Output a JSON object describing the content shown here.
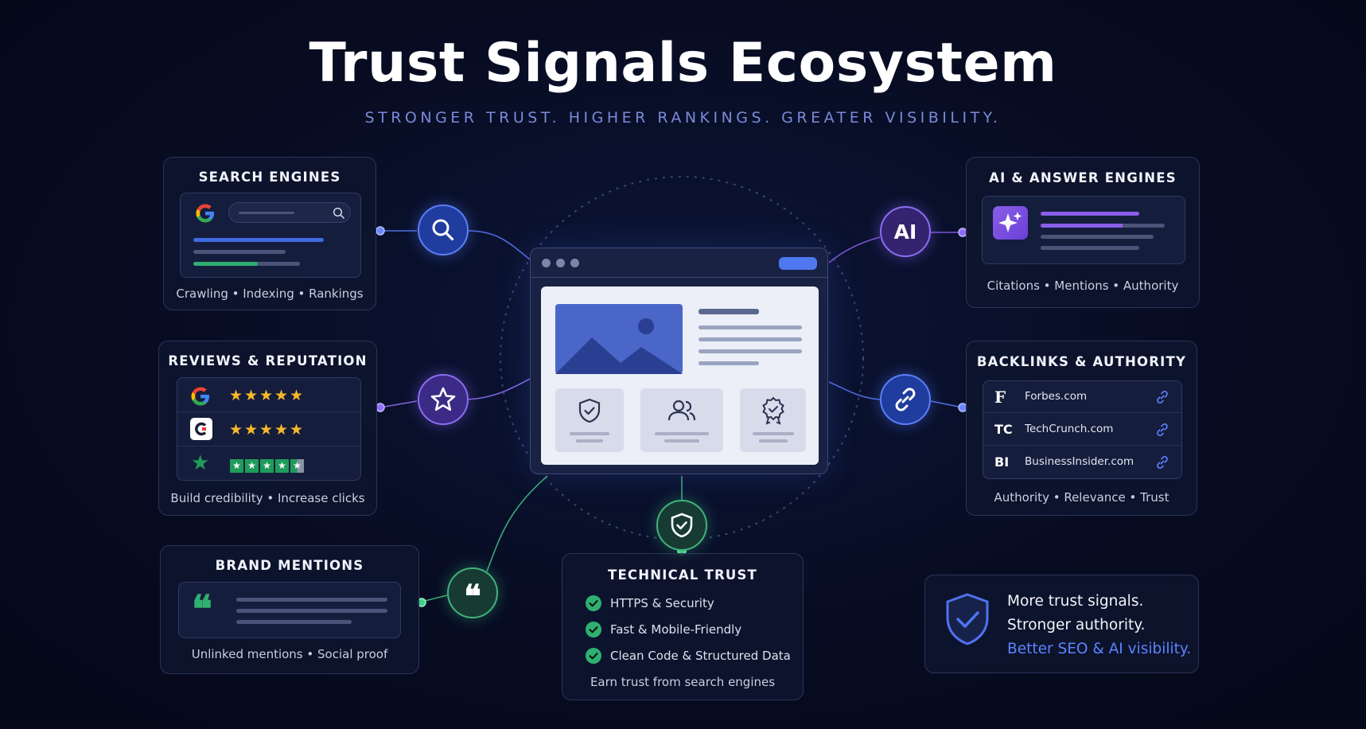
{
  "header": {
    "title": "Trust Signals Ecosystem",
    "subtitle": "STRONGER TRUST. HIGHER RANKINGS. GREATER VISIBILITY."
  },
  "search_engines": {
    "title": "SEARCH ENGINES",
    "caption": "Crawling • Indexing • Rankings"
  },
  "reviews": {
    "title": "REVIEWS & REPUTATION",
    "caption": "Build credibility • Increase clicks"
  },
  "brand_mentions": {
    "title": "BRAND MENTIONS",
    "caption": "Unlinked mentions • Social proof"
  },
  "ai_engines": {
    "title": "AI & ANSWER ENGINES",
    "caption": "Citations • Mentions • Authority",
    "node_label": "AI"
  },
  "backlinks": {
    "title": "BACKLINKS & AUTHORITY",
    "caption": "Authority • Relevance • Trust",
    "sites": [
      {
        "logo": "F",
        "name": "Forbes.com"
      },
      {
        "logo": "TC",
        "name": "TechCrunch.com"
      },
      {
        "logo": "BI",
        "name": "BusinessInsider.com"
      }
    ]
  },
  "technical_trust": {
    "title": "TECHNICAL TRUST",
    "items": [
      "HTTPS & Security",
      "Fast & Mobile-Friendly",
      "Clean Code & Structured Data"
    ],
    "caption": "Earn trust from search engines"
  },
  "summary": {
    "line1": "More trust signals.",
    "line2": "Stronger authority.",
    "line3": "Better SEO & AI visibility."
  },
  "colors": {
    "background": "#070c22",
    "accent_blue": "#3f6ae0",
    "accent_purple": "#7a52d9",
    "accent_green": "#2fb070",
    "star_yellow": "#f5b82b"
  }
}
